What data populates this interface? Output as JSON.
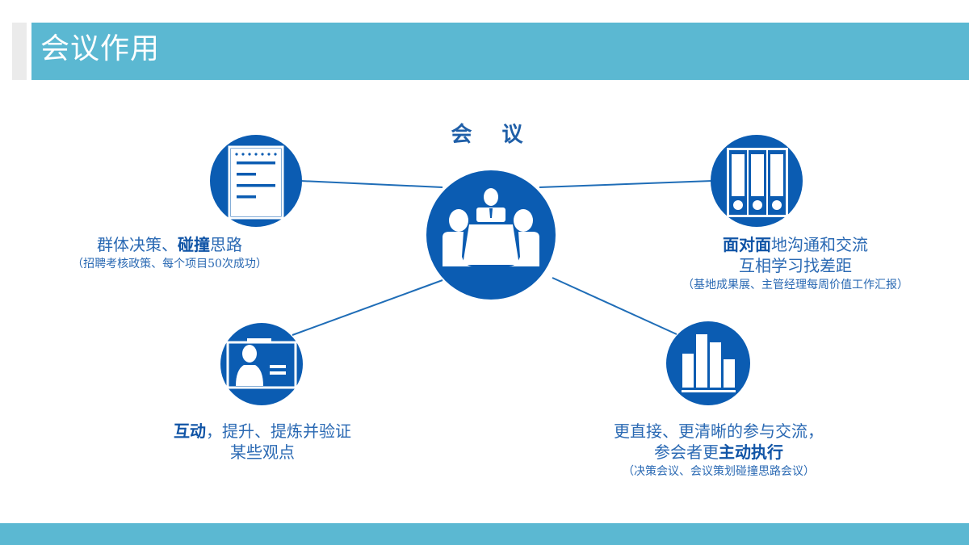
{
  "header": {
    "title": "会议作用"
  },
  "colors": {
    "header_bar": "#5bb8d2",
    "header_accent": "#ebebeb",
    "circle_fill": "#0b5cb2",
    "connector_line": "#1f6db7",
    "text": "#2a69b3",
    "emphasis_text": "#1054a6"
  },
  "center": {
    "title": "会 议",
    "icon": "meeting-table-icon"
  },
  "nodes": [
    {
      "id": "top-left",
      "icon": "notepad-icon",
      "lines": [
        {
          "parts": [
            {
              "text": "群体决策、",
              "bold": false
            },
            {
              "text": "碰撞",
              "bold": true
            },
            {
              "text": "思路",
              "bold": false
            }
          ]
        }
      ],
      "note": "（招聘考核政策、每个项目50次成功）"
    },
    {
      "id": "top-right",
      "icon": "binders-icon",
      "lines": [
        {
          "parts": [
            {
              "text": "面对面",
              "bold": true
            },
            {
              "text": "地沟通和交流",
              "bold": false
            }
          ]
        },
        {
          "parts": [
            {
              "text": "互相学习找差距",
              "bold": false
            }
          ]
        }
      ],
      "note": "（基地成果展、主管经理每周价值工作汇报）"
    },
    {
      "id": "bottom-left",
      "icon": "id-card-icon",
      "lines": [
        {
          "parts": [
            {
              "text": "互动",
              "bold": true
            },
            {
              "text": "，提升、提炼并验证",
              "bold": false
            }
          ]
        },
        {
          "parts": [
            {
              "text": "某些观点",
              "bold": false
            }
          ]
        }
      ],
      "note": ""
    },
    {
      "id": "bottom-right",
      "icon": "bar-chart-icon",
      "lines": [
        {
          "parts": [
            {
              "text": "更直接、更清晰的参与交流，",
              "bold": false
            }
          ]
        },
        {
          "parts": [
            {
              "text": "参会者更",
              "bold": false
            },
            {
              "text": "主动执行",
              "bold": true
            }
          ]
        }
      ],
      "note": "（决策会议、会议策划碰撞思路会议）"
    }
  ]
}
